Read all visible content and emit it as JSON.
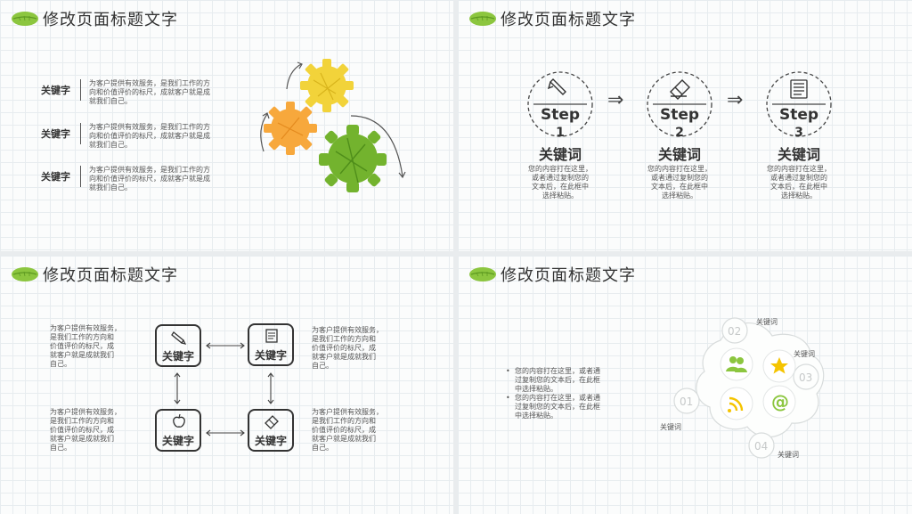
{
  "slides": [
    {
      "title": "修改页面标题文字",
      "rows": [
        {
          "keyword": "关键字",
          "text": [
            "为客户提供有效服务，是我们工作的方",
            "向和价值评价的标尺，成就客户就是成",
            "就我们自己。"
          ]
        },
        {
          "keyword": "关键字",
          "text": [
            "为客户提供有效服务，是我们工作的方",
            "向和价值评价的标尺，成就客户就是成",
            "就我们自己。"
          ]
        },
        {
          "keyword": "关键字",
          "text": [
            "为客户提供有效服务，是我们工作的方",
            "向和价值评价的标尺，成就客户就是成",
            "就我们自己。"
          ]
        }
      ]
    },
    {
      "title": "修改页面标题文字",
      "steps": [
        {
          "word": "Step",
          "num": "1",
          "heading": "关键词",
          "text": [
            "您的内容打在这里，",
            "或者通过复制您的",
            "文本后，在此框中",
            "选择粘贴。"
          ]
        },
        {
          "word": "Step",
          "num": "2",
          "heading": "关键词",
          "text": [
            "您的内容打在这里，",
            "或者通过复制您的",
            "文本后，在此框中",
            "选择粘贴。"
          ]
        },
        {
          "word": "Step",
          "num": "3",
          "heading": "关键词",
          "text": [
            "您的内容打在这里，",
            "或者通过复制您的",
            "文本后，在此框中",
            "选择粘贴。"
          ]
        }
      ],
      "arrow_glyph": "⇒"
    },
    {
      "title": "修改页面标题文字",
      "boxes": [
        {
          "label": "关键字",
          "icon": "pencil-icon"
        },
        {
          "label": "关键字",
          "icon": "notebook-icon"
        },
        {
          "label": "关键字",
          "icon": "apple-icon"
        },
        {
          "label": "关键字",
          "icon": "eraser-icon"
        }
      ],
      "texts": [
        [
          "为客户提供有效服务，",
          "是我们工作的方向和",
          "价值评价的标尺，成",
          "就客户就是成就我们",
          "自己。"
        ],
        [
          "为客户提供有效服务，",
          "是我们工作的方向和",
          "价值评价的标尺，成",
          "就客户就是成就我们",
          "自己。"
        ],
        [
          "为客户提供有效服务，",
          "是我们工作的方向和",
          "价值评价的标尺，成",
          "就客户就是成就我们",
          "自己。"
        ],
        [
          "为客户提供有效服务，",
          "是我们工作的方向和",
          "价值评价的标尺，成",
          "就客户就是成就我们",
          "自己。"
        ]
      ]
    },
    {
      "title": "修改页面标题文字",
      "bullets": [
        [
          "您的内容打在这里，或者通",
          "过复制您的文本后，在此框",
          "中选择粘贴。"
        ],
        [
          "您的内容打在这里，或者通",
          "过复制您的文本后，在此框",
          "中选择粘贴。"
        ]
      ],
      "nodes": [
        {
          "num": "02",
          "label": "关键词",
          "icon": "users-icon"
        },
        {
          "num": "03",
          "label": "关键词",
          "icon": "star-icon"
        },
        {
          "num": "01",
          "label": "关键词",
          "icon": "rss-icon"
        },
        {
          "num": "04",
          "label": "关键词",
          "icon": "at-icon"
        }
      ],
      "at_glyph": "@",
      "accent": "#8cc63f",
      "star_color": "#f5c400"
    }
  ]
}
